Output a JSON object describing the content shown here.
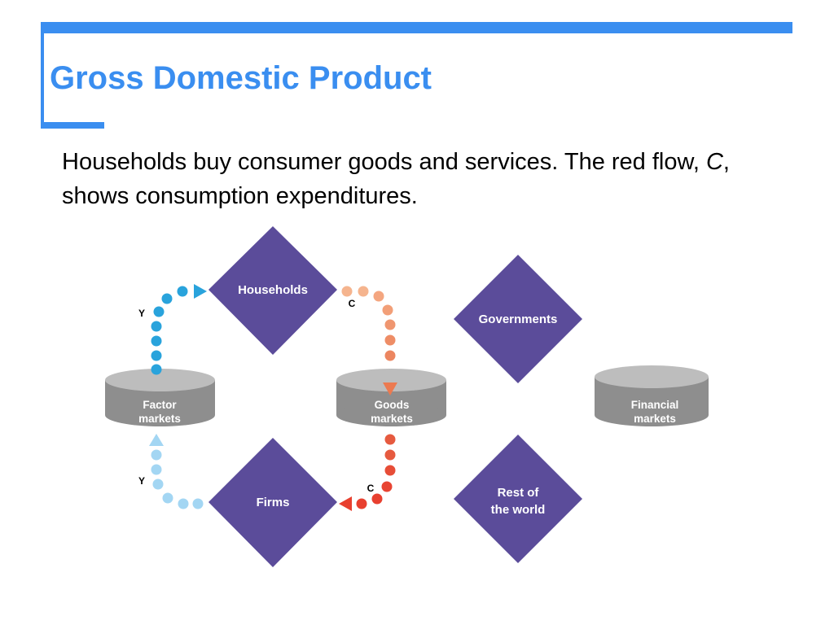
{
  "slide": {
    "title": "Gross Domestic Product",
    "text_before": "Households buy consumer goods and services. The red flow, ",
    "text_italic": "C",
    "text_after": ", shows consumption expenditures."
  },
  "diagram": {
    "sectors": {
      "households": "Households",
      "firms": "Firms",
      "governments": "Governments",
      "rest_of_world": [
        "Rest of",
        "the world"
      ]
    },
    "markets": {
      "factor": [
        "Factor",
        "markets"
      ],
      "goods": [
        "Goods",
        "markets"
      ],
      "financial": [
        "Financial",
        "markets"
      ]
    },
    "flows": {
      "income_top": "Y",
      "income_bottom": "Y",
      "consumption_top": "C",
      "consumption_bottom": "C"
    },
    "colors": {
      "sector_fill": "#5b4c9a",
      "market_fill": "#8e8e8e",
      "market_top": "#bdbdbd",
      "income_flow": "#29a3dc",
      "income_flow_light": "#a3d6f3",
      "consumption_flow_light": "#f5b48e",
      "consumption_flow": "#e8402f"
    }
  }
}
